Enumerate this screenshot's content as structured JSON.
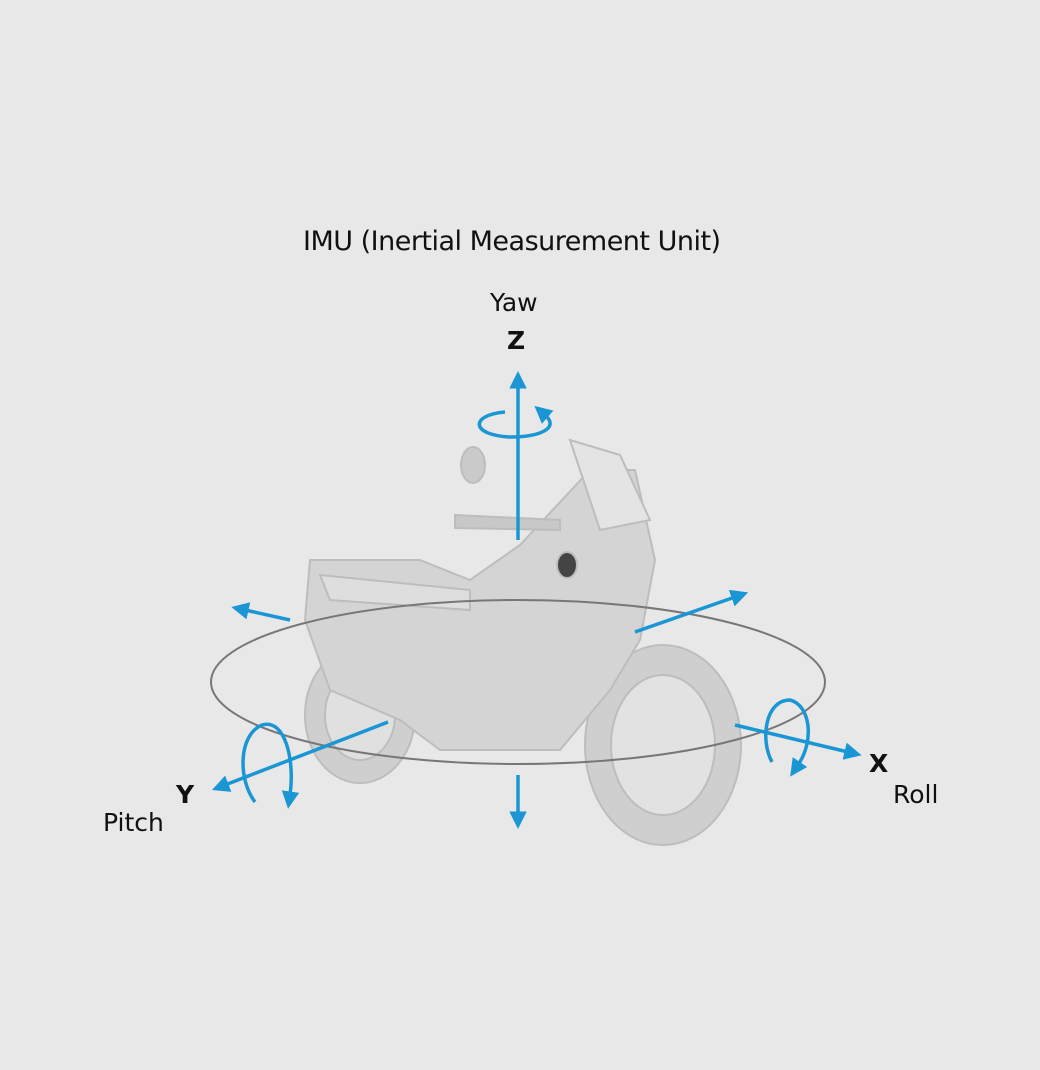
{
  "title": "IMU (Inertial Measurement Unit)",
  "axes": {
    "z": {
      "letter": "Z",
      "rotation": "Yaw"
    },
    "y": {
      "letter": "Y",
      "rotation": "Pitch"
    },
    "x": {
      "letter": "X",
      "rotation": "Roll"
    }
  },
  "colors": {
    "accent": "#1a96d4",
    "background": "#e8e8e8",
    "ellipse": "#777777"
  }
}
